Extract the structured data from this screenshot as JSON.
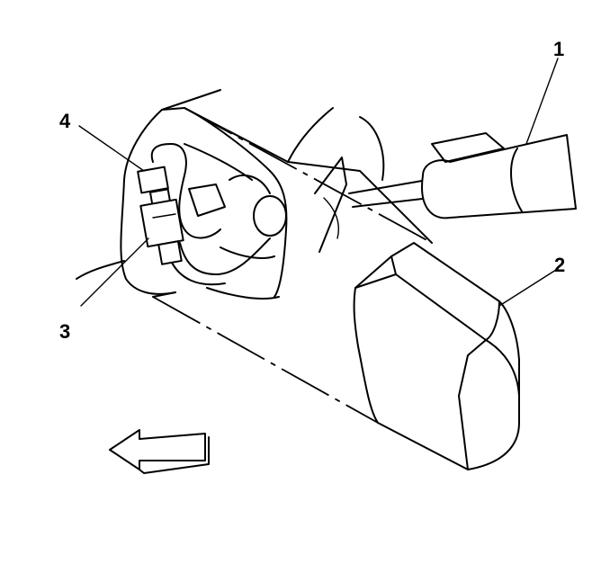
{
  "callouts": [
    {
      "id": "1",
      "label": "1"
    },
    {
      "id": "2",
      "label": "2"
    },
    {
      "id": "3",
      "label": "3"
    },
    {
      "id": "4",
      "label": "4"
    }
  ],
  "icons": {
    "direction_arrow": "left-arrow-icon"
  }
}
